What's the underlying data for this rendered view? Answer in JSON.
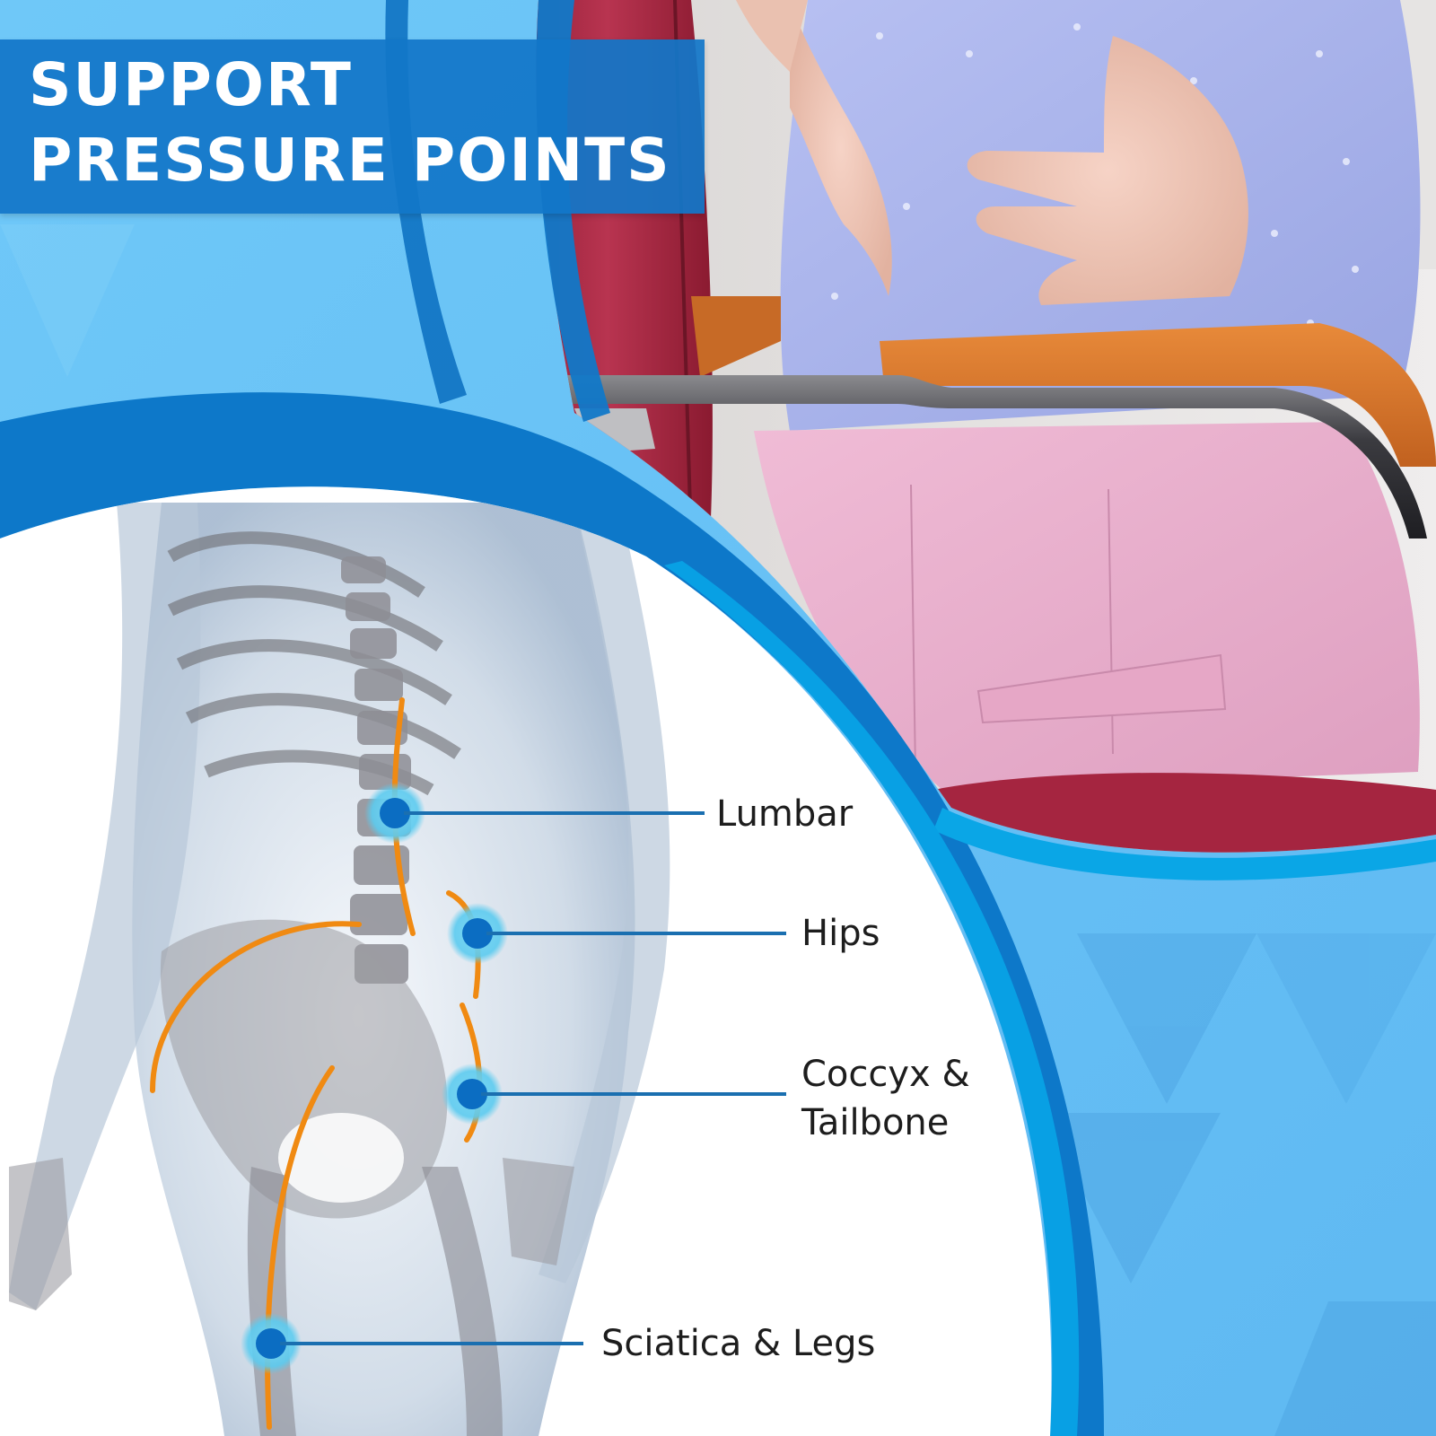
{
  "header": {
    "title_line_1": "SUPPORT",
    "title_line_2": "PRESSURE POINTS"
  },
  "diagram": {
    "callouts": [
      {
        "id": "lumbar",
        "label_line_1": "Lumbar",
        "label_line_2": ""
      },
      {
        "id": "hips",
        "label_line_1": "Hips",
        "label_line_2": ""
      },
      {
        "id": "coccyx",
        "label_line_1": "Coccyx &",
        "label_line_2": "Tailbone"
      },
      {
        "id": "sciatica",
        "label_line_1": "Sciatica & Legs",
        "label_line_2": ""
      }
    ]
  },
  "colors": {
    "title_band": "#1276C8",
    "light_blue_bg": "#6CC6F8",
    "arc_blue": "#0D78C9",
    "callout_dot": "#0B6DC2",
    "callout_line": "#1A6FB0",
    "highlight_orange": "#F08A12",
    "pants_pink": "#E8AECB",
    "shirt_blue": "#AFB8EE",
    "chair_red": "#A5263F",
    "armrest_orange": "#D9782E"
  }
}
